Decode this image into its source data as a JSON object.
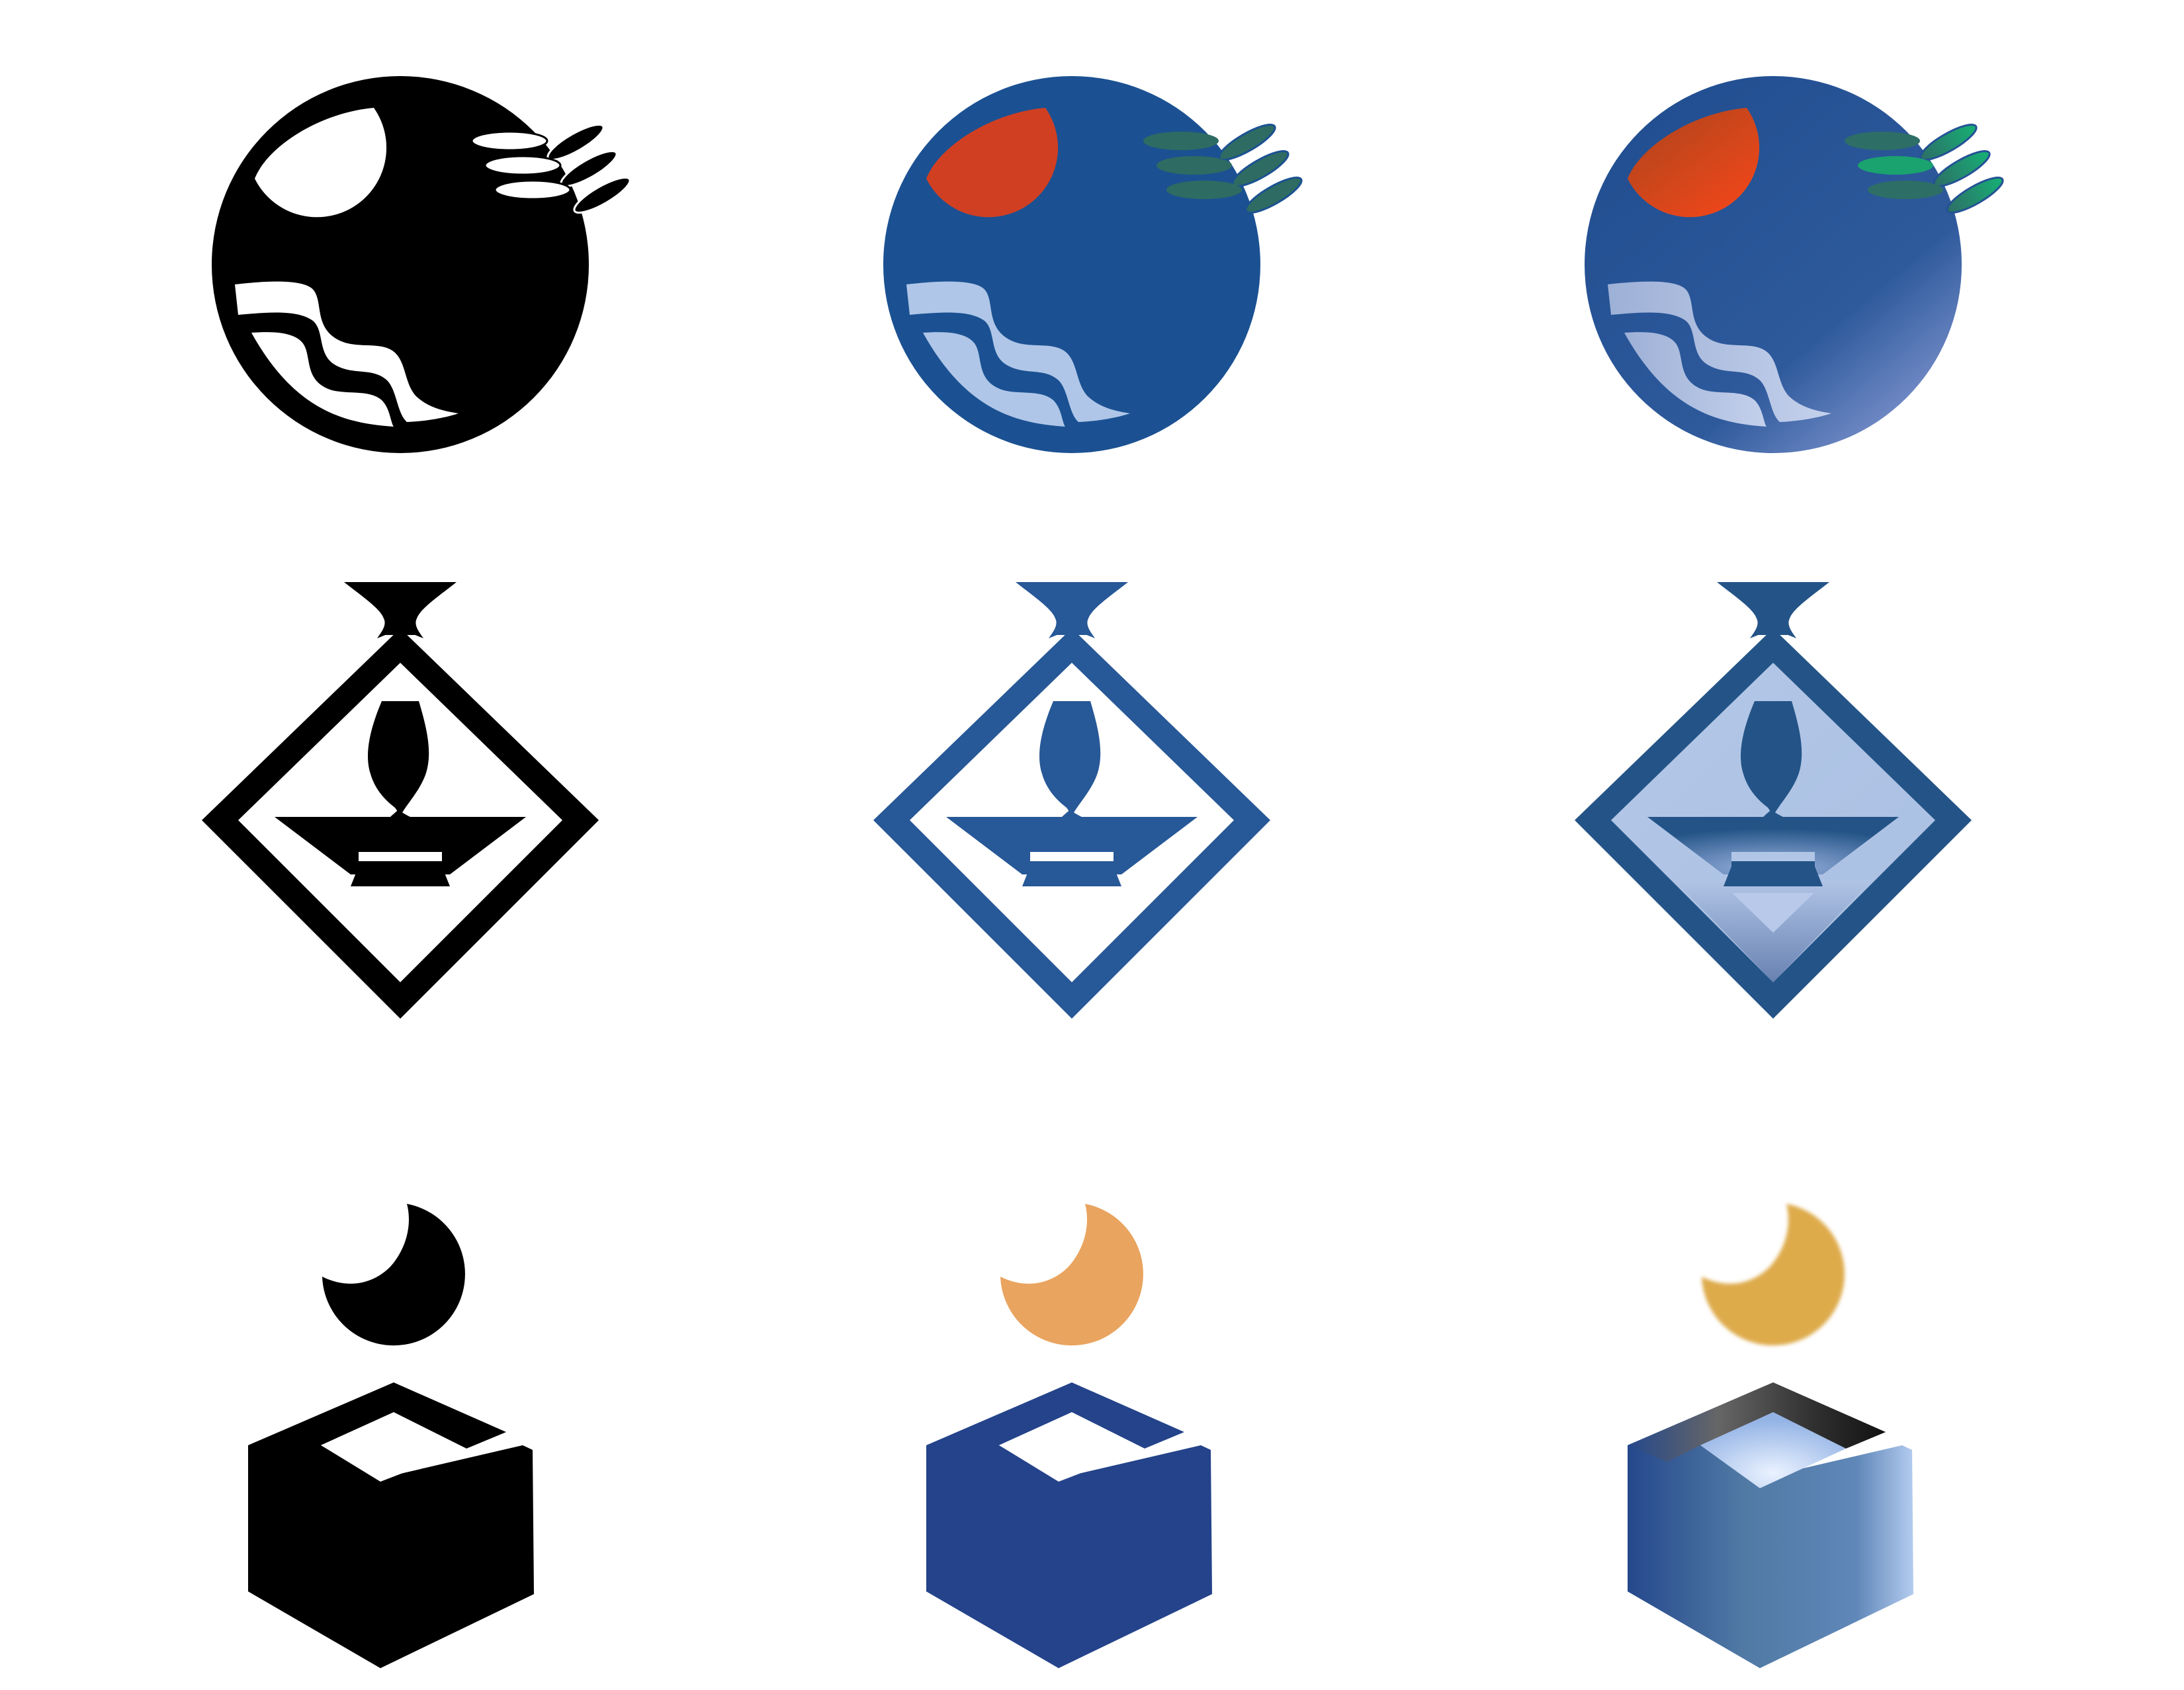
{
  "sheet": {
    "background": "#ffffff",
    "rows": [
      {
        "motif": "circle-sun-waves-leaves",
        "variants": [
          {
            "style": "monochrome",
            "body": "#000000",
            "sun": "#ffffff",
            "waves": "#ffffff",
            "leaves": "#000000",
            "leaf_outline": "#ffffff"
          },
          {
            "style": "flat-color",
            "body": "#1b5192",
            "sun": "#d13f22",
            "waves": "#afc6e8",
            "leaves": "#2e6b62",
            "leaf_outline": "#1b5192"
          },
          {
            "style": "gradient",
            "body": "#245295",
            "body_glow": "#b8c8ee",
            "sun": "#e8431c",
            "sun_dark": "#b5451c",
            "waves": "#aebfe0",
            "leaves": "#1aa36f",
            "leaves_dark": "#2d6e66",
            "leaf_outline": "#245295"
          }
        ]
      },
      {
        "motif": "diamond-vase",
        "variants": [
          {
            "style": "monochrome",
            "frame": "#000000",
            "vase": "#000000",
            "inner": "#ffffff",
            "band": "#ffffff"
          },
          {
            "style": "flat-color",
            "frame": "#275897",
            "vase": "#275897",
            "inner": "#ffffff",
            "band": "#ffffff"
          },
          {
            "style": "gradient",
            "frame": "#245487",
            "vase": "#245487",
            "inner": "#b1c5e6",
            "band": "#b1c5e6",
            "shade": "#5c76a8"
          }
        ]
      },
      {
        "motif": "crescent-moon-box",
        "variants": [
          {
            "style": "monochrome",
            "moon": "#000000",
            "box": "#000000",
            "inner": "#ffffff"
          },
          {
            "style": "flat-color",
            "moon": "#e9a45f",
            "box": "#24438a",
            "inner": "#ffffff"
          },
          {
            "style": "gradient",
            "moon": "#deab4c",
            "box": "#2b5b9a",
            "box_light": "#a9c3ea",
            "box_mid": "#527ca7",
            "top_dark": "#444444",
            "inner": "#c5d9f7"
          }
        ]
      }
    ]
  }
}
